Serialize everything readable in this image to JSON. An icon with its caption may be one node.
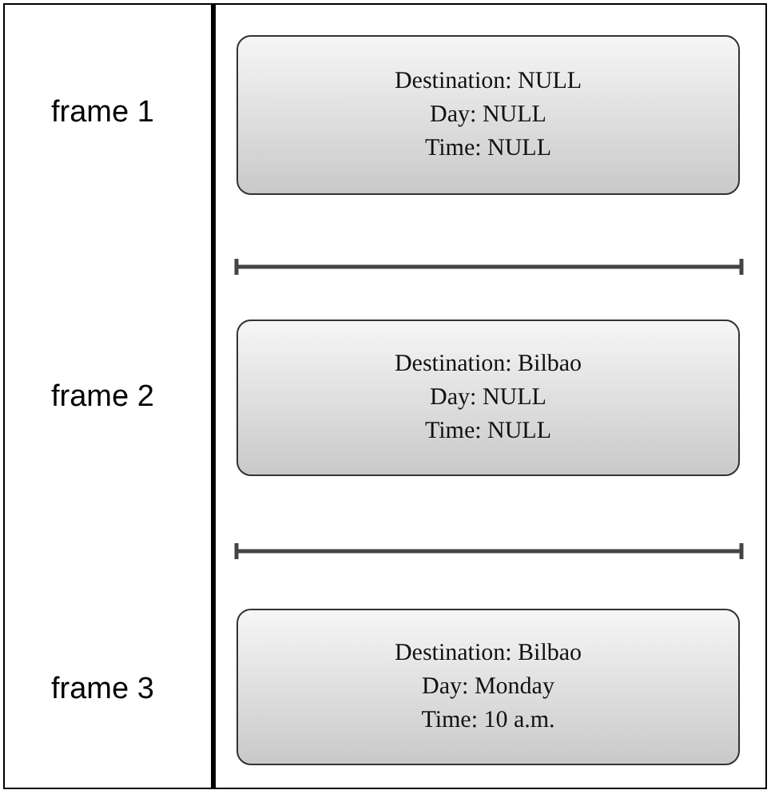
{
  "diagram": {
    "nodes": [
      {
        "text": [
          "Destination: NULL",
          "Day: NULL",
          "Time: NULL"
        ]
      },
      {
        "text": [
          "Destination: Bilbao",
          "Day: NULL",
          "Time: NULL"
        ]
      },
      {
        "text": [
          "Destination: Bilbao",
          "Day: Monday",
          "Time: 10 a.m."
        ]
      }
    ],
    "labels": [
      "frame 1",
      "frame 2",
      "frame 3"
    ]
  }
}
